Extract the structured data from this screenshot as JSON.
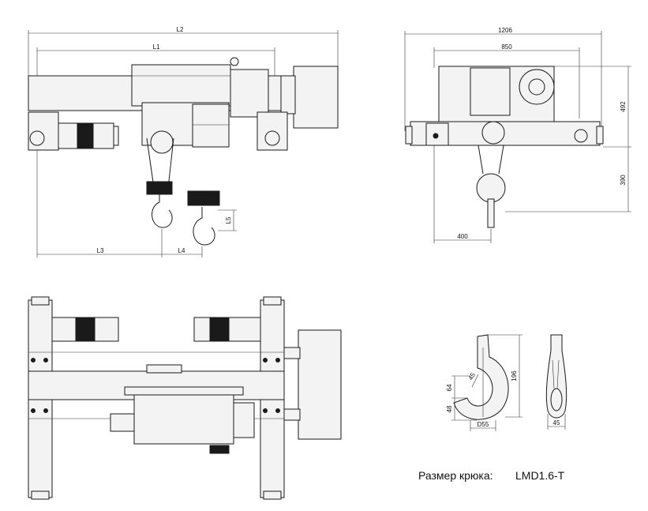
{
  "front_view": {
    "dim_L2": "L2",
    "dim_L1": "L1",
    "dim_L3": "L3",
    "dim_L4": "L4",
    "dim_L5": "L5"
  },
  "side_view": {
    "dim_width": "1206",
    "dim_inner": "850",
    "dim_height": "492",
    "dim_hook_drop": "390",
    "dim_hook_offset": "400"
  },
  "hook_detail": {
    "dim_height": "196",
    "dim_radius": "45",
    "dim_throat": "64",
    "dim_depth": "48",
    "dim_diameter": "D55",
    "dim_side_width": "45"
  },
  "caption": {
    "label": "Размер крюка:",
    "model": "LMD1.6-T"
  }
}
